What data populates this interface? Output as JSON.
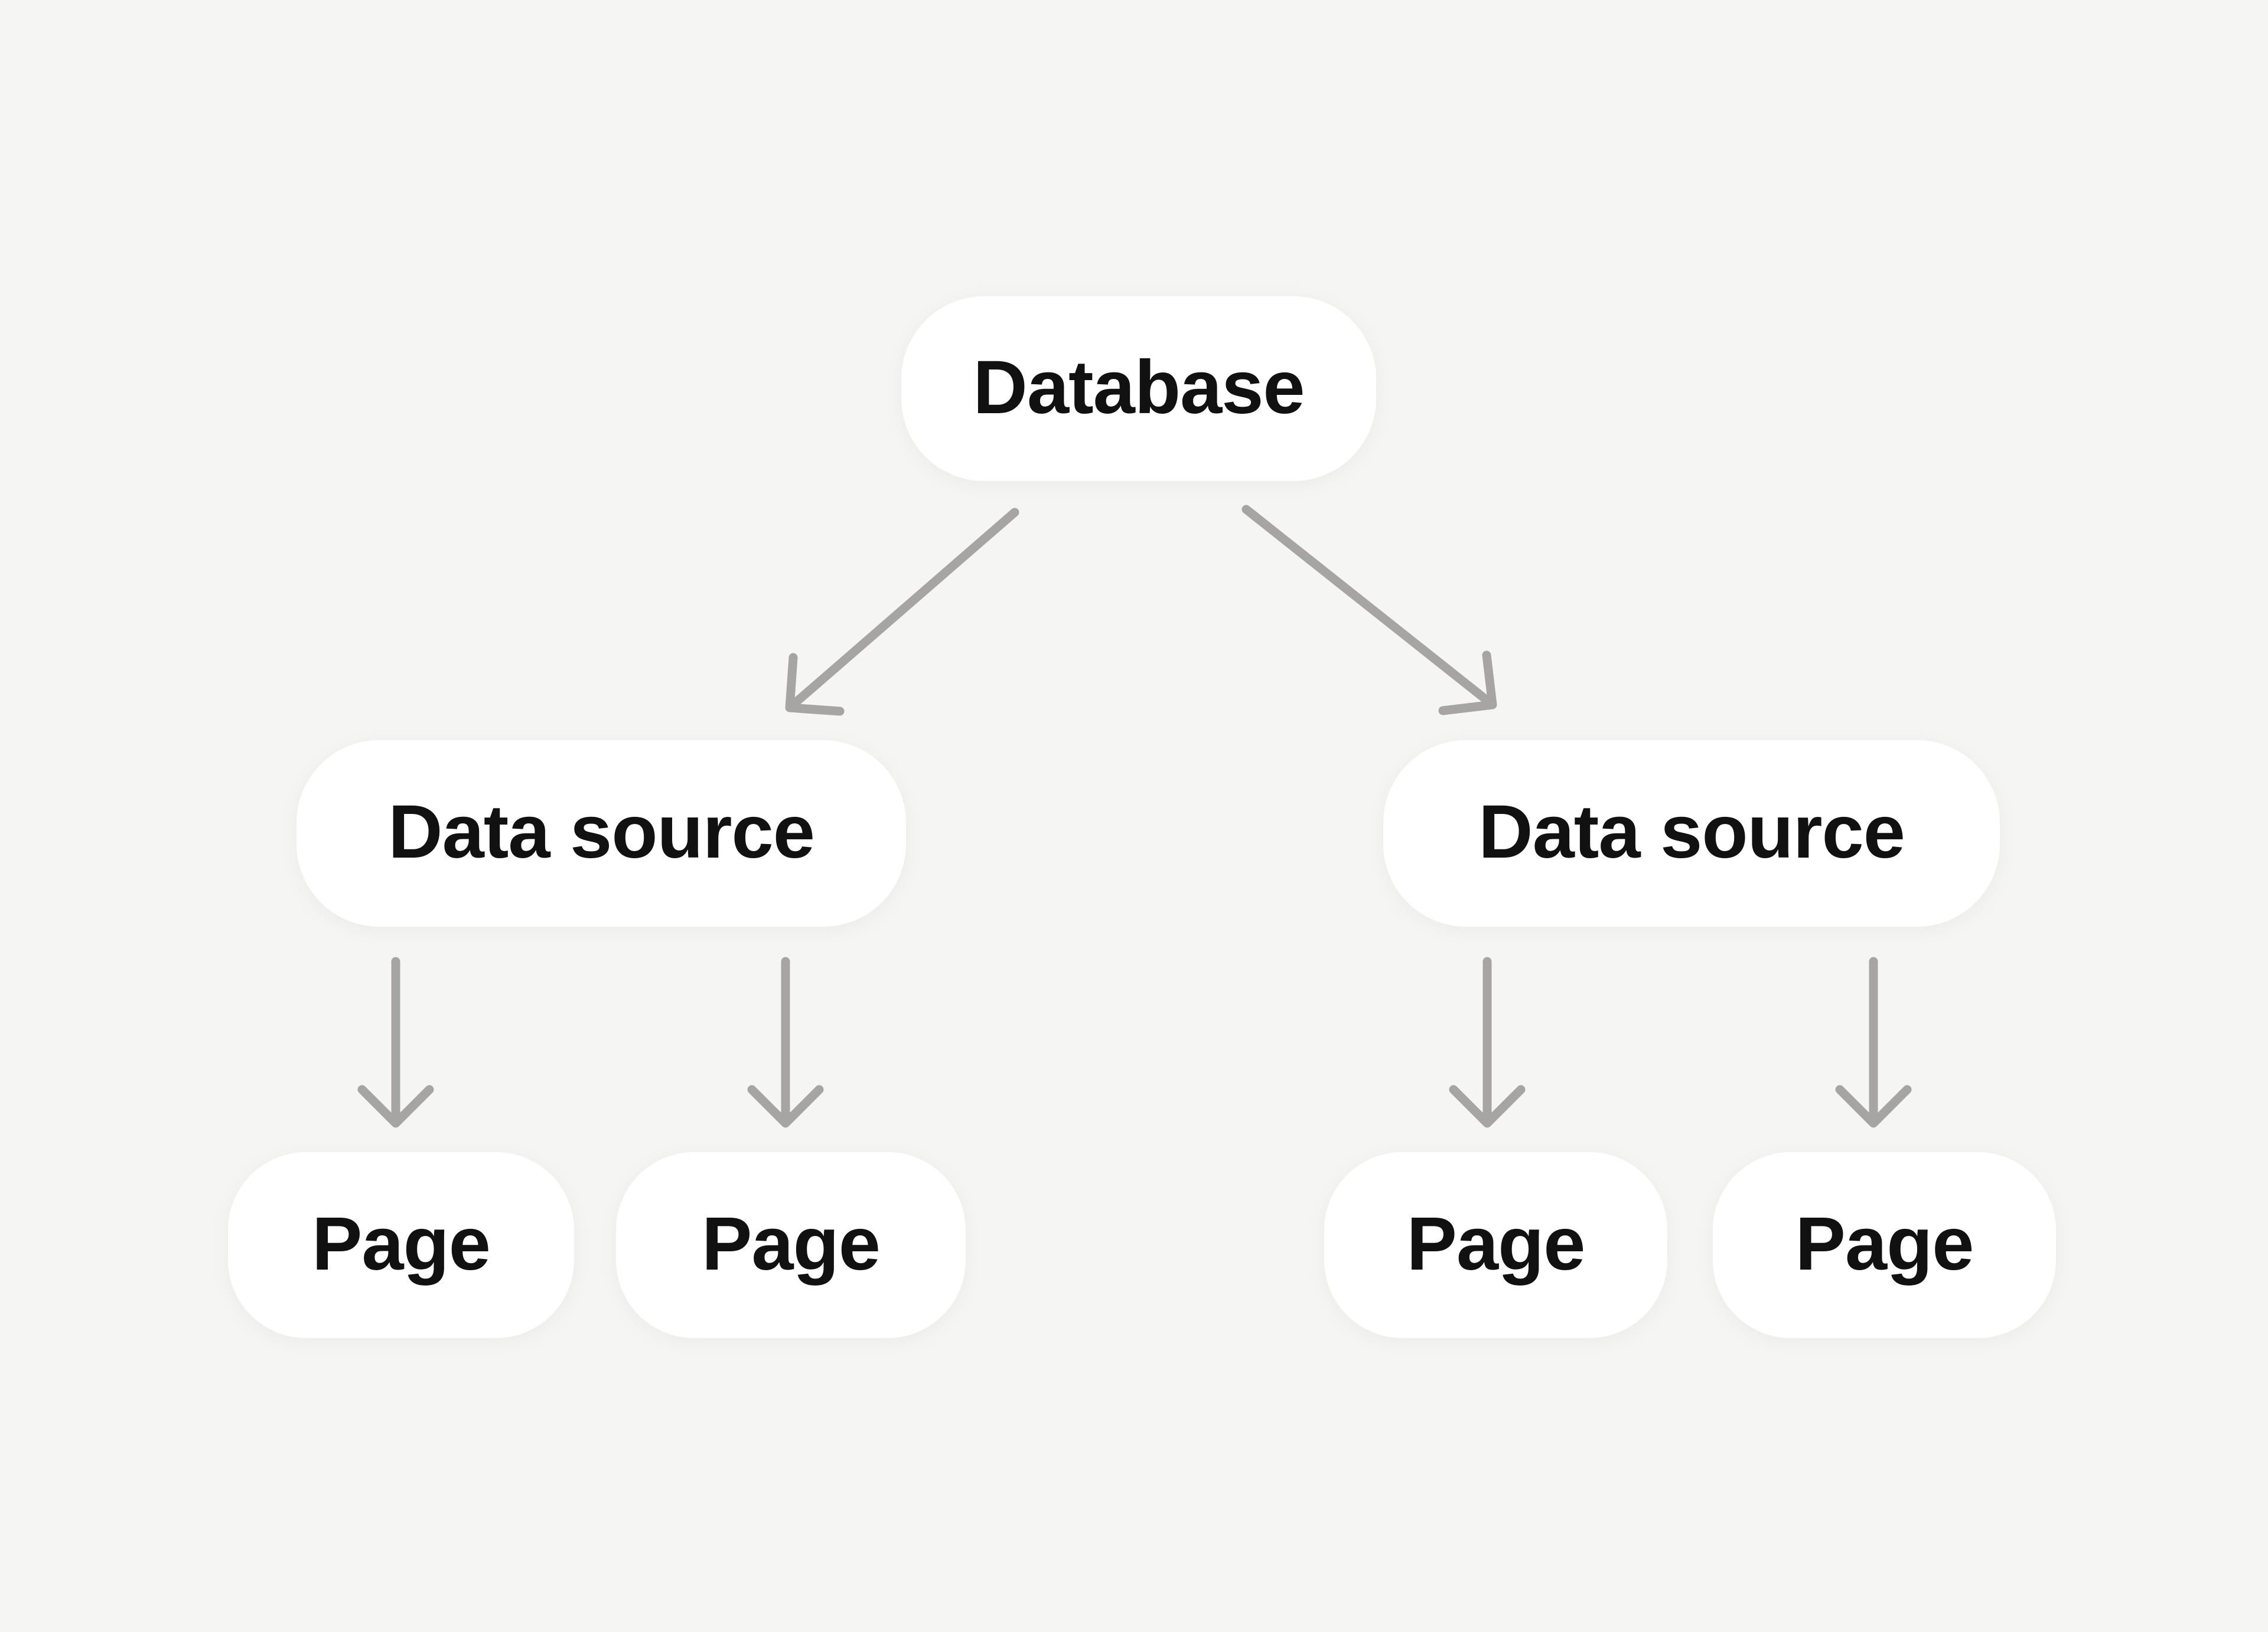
{
  "diagram": {
    "nodes": {
      "database": {
        "label": "Database"
      },
      "datasource_left": {
        "label": "Data source"
      },
      "datasource_right": {
        "label": "Data source"
      },
      "page_1": {
        "label": "Page"
      },
      "page_2": {
        "label": "Page"
      },
      "page_3": {
        "label": "Page"
      },
      "page_4": {
        "label": "Page"
      }
    },
    "colors": {
      "background": "#f5f5f3",
      "node_fill": "#ffffff",
      "node_text": "#111111",
      "arrow": "#a7a5a3"
    }
  }
}
